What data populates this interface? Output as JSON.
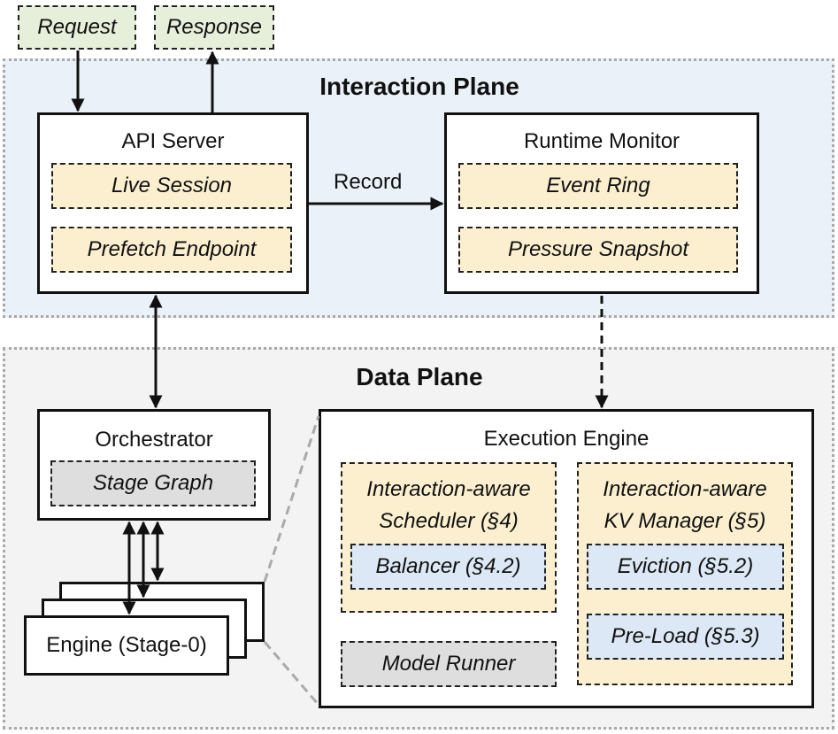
{
  "request_label": "Request",
  "response_label": "Response",
  "interaction_plane": {
    "title": "Interaction Plane",
    "api_server": {
      "title": "API Server",
      "items": [
        "Live Session",
        "Prefetch Endpoint"
      ]
    },
    "record_label": "Record",
    "runtime_monitor": {
      "title": "Runtime Monitor",
      "items": [
        "Event Ring",
        "Pressure Snapshot"
      ]
    }
  },
  "data_plane": {
    "title": "Data Plane",
    "orchestrator": {
      "title": "Orchestrator",
      "item": "Stage Graph"
    },
    "engine_stack_label": "Engine (Stage-0)",
    "execution_engine": {
      "title": "Execution Engine",
      "scheduler": {
        "title_line1": "Interaction-aware",
        "title_line2": "Scheduler (§4)",
        "item": "Balancer (§4.2)"
      },
      "model_runner": "Model Runner",
      "kv_manager": {
        "title_line1": "Interaction-aware",
        "title_line2": "KV Manager (§5)",
        "items": [
          "Eviction (§5.2)",
          "Pre-Load (§5.3)"
        ]
      }
    }
  },
  "colors": {
    "interaction_plane_bg": "#eaf1f8",
    "data_plane_bg": "#f3f3f3",
    "io_bg": "#e5efd9",
    "component_yellow": "#fbefcf",
    "component_blue": "#dce8f5",
    "component_gray": "#dedede"
  }
}
